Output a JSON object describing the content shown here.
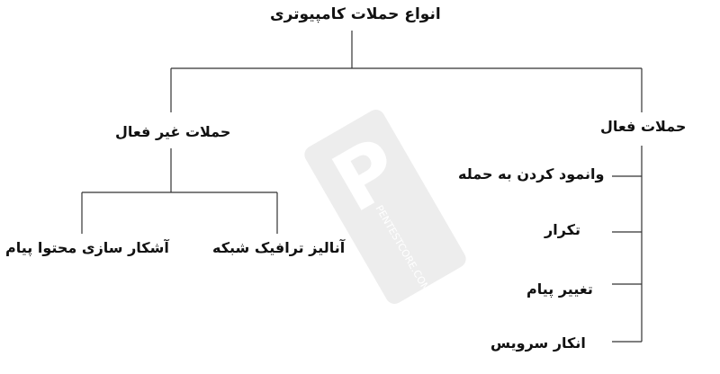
{
  "diagram": {
    "title": "انواع حملات کامپیوتری",
    "passive": {
      "label": "حملات غیر فعال",
      "items": [
        "آنالیز ترافیک شبکه",
        "آشکار سازی محتوا  پیام"
      ]
    },
    "active": {
      "label": "حملات فعال",
      "items": [
        "وانمود کردن به حمله",
        "تکرار",
        "تغییر پیام",
        "انکار سرویس"
      ]
    }
  },
  "watermark": {
    "text": "PENTESTCORE.COM",
    "letter": "P"
  }
}
